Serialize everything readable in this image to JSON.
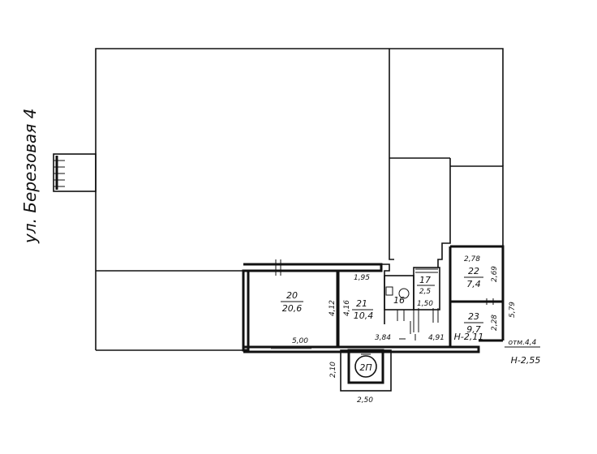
{
  "street_label": "ул. Березовая 4",
  "rooms": [
    {
      "id": "room-20",
      "number": "20",
      "area": "20,6"
    },
    {
      "id": "room-21",
      "number": "21",
      "area": "10,4"
    },
    {
      "id": "room-22",
      "number": "22",
      "area": "7,4"
    },
    {
      "id": "room-23",
      "number": "23",
      "area": "9,7"
    },
    {
      "id": "room-17",
      "number": "17",
      "area": "2,5"
    },
    {
      "id": "room-16",
      "number": "16"
    }
  ],
  "dimensions": {
    "d_5_00": "5,00",
    "d_4_12": "4,12",
    "d_4_16": "4,16",
    "d_1_95": "1,95",
    "d_1_50": "1,50",
    "d_3_84": "3,84",
    "d_4_91": "4,91",
    "d_2_78": "2,78",
    "d_2_69": "2,69",
    "d_2_28": "2,28",
    "d_5_79": "5,79",
    "d_2_10": "2,10",
    "d_2_50": "2,50"
  },
  "heights": {
    "h_room": "Н-2,11",
    "h_outer": "Н-2,55",
    "otm": "отм.4,4"
  },
  "stair_label": "2П"
}
